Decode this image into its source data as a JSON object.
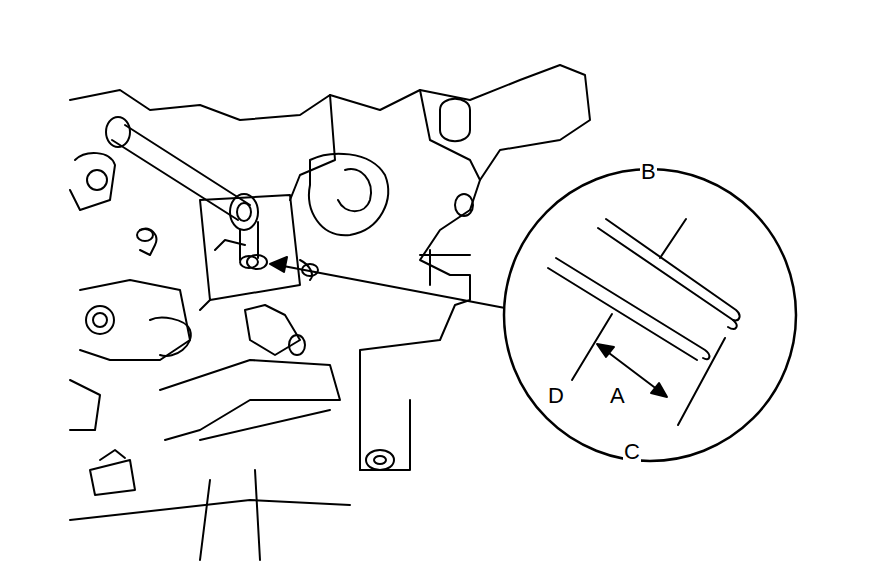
{
  "diagram": {
    "labels": [
      "B",
      "D",
      "A",
      "C"
    ]
  }
}
